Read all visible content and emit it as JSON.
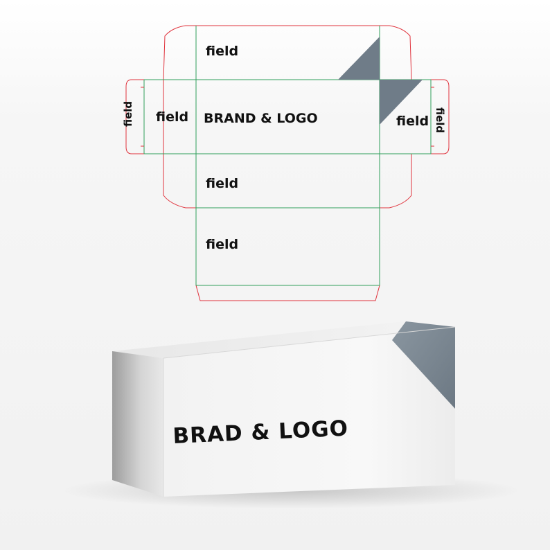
{
  "dieline": {
    "field_label": "field",
    "brand_label": "BRAND & LOGO"
  },
  "mockup": {
    "brand_label": "BRAD & LOGO"
  },
  "colors": {
    "cut_line": "#e0323c",
    "fold_line": "#2f9e5a",
    "accent": "#6f7c88",
    "text": "#111111"
  }
}
